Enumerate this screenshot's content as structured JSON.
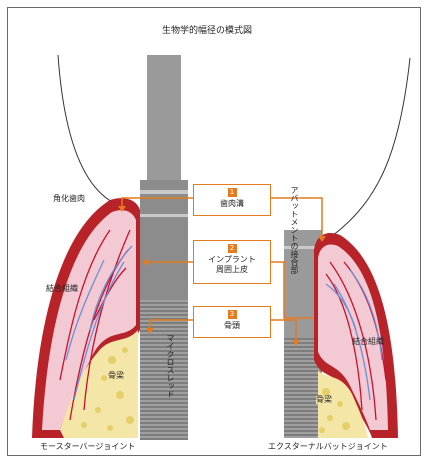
{
  "title": "生物学的幅径の模式図",
  "left_caption": "モースターバージョイント",
  "right_caption": "エクスターナルバットジョイント",
  "boxes": [
    {
      "num": "1",
      "line1": "歯肉溝",
      "line2": ""
    },
    {
      "num": "2",
      "line1": "インプラント",
      "line2": "周囲上皮"
    },
    {
      "num": "3",
      "line1": "骨頭",
      "line2": ""
    }
  ],
  "labels": {
    "keratinized_gingiva": "角化歯肉",
    "left_connective": "結合組織",
    "left_bone": "骨梁",
    "left_vertical": "マイクロスレッド",
    "right_connective": "結合組織",
    "right_bone": "骨梁",
    "right_vertical": "アバットメントの接合部"
  },
  "colors": {
    "accent": "#e47b1e",
    "gingiva_outer": "#b8232a",
    "gingiva_inner": "#f3c9d3",
    "vessel_red": "#c8102e",
    "vessel_blue": "#6c8fd6",
    "bone_yellow": "#f4e6a6",
    "implant_gray": "#8c8c8c"
  }
}
